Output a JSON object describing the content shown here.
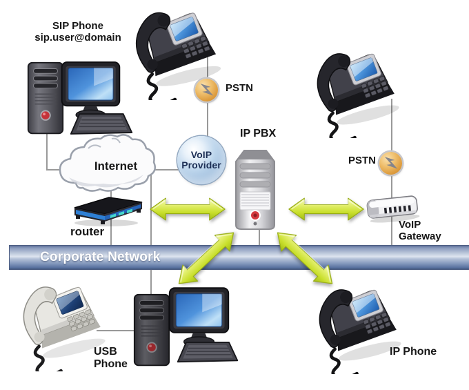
{
  "nodes": {
    "sip_phone": {
      "title": "SIP Phone",
      "subtitle": "sip.user@domain"
    },
    "pstn_top": {
      "label": "PSTN"
    },
    "pstn_right": {
      "label": "PSTN"
    },
    "voip_provider": {
      "line1": "VoIP",
      "line2": "Provider"
    },
    "internet": {
      "label": "Internet"
    },
    "router": {
      "label": "router"
    },
    "ip_pbx": {
      "label": "IP PBX"
    },
    "voip_gateway": {
      "line1": "VoIP",
      "line2": "Gateway"
    },
    "corporate_network": {
      "label": "Corporate Network"
    },
    "usb_phone": {
      "line1": "USB",
      "line2": "Phone"
    },
    "ip_phone": {
      "label": "IP Phone"
    }
  },
  "connections": [
    "sip-workstation — internet (line)",
    "sip-desk-phone — pstn — voip-provider (line)",
    "internet — voip-provider (line)",
    "internet — router (line)",
    "internet/provider-link — corporate-network — usb-phone-workstation (line)",
    "router — ip-pbx (double-arrow)",
    "ip-pbx — voip-gateway (double-arrow)",
    "ip-pbx — usb-phone-workstation (double-arrow)",
    "ip-pbx — ip-phone (double-arrow)",
    "desk-phone-right — pstn — voip-gateway (line)",
    "router — corporate-network (line)",
    "ip-pbx — corporate-network (line)",
    "voip-gateway — corporate-network (line)"
  ],
  "colors": {
    "arrow_green": "#cde22f",
    "bar_blue": "#6e86b4",
    "pstn_orange": "#e0a152",
    "provider_sphere_blue": "#a9c9e6",
    "screen_blue": "#3b86d4",
    "router_blue": "#2e7fd4",
    "connector_gray": "#999999",
    "label_black": "#161616",
    "bar_text_white": "#ffffff"
  }
}
